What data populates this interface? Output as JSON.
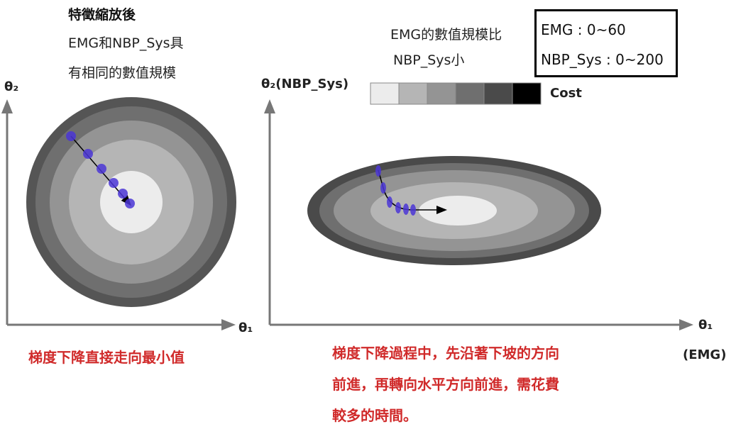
{
  "left_panel": {
    "title": "特徵縮放後",
    "note_lines": [
      "EMG和NBP_Sys具",
      "有相同的數值規模"
    ],
    "y_axis_label": "θ₂",
    "x_axis_label": "θ₁",
    "caption": "梯度下降直接走向最小值"
  },
  "right_panel": {
    "note_lines": [
      "EMG的數值規模比",
      "NBP_Sys小"
    ],
    "range_box": [
      "EMG : 0~60",
      "NBP_Sys : 0~200"
    ],
    "y_axis_label": "θ₂(NBP_Sys)",
    "x_axis_label": "θ₁",
    "x_axis_sublabel": "(EMG)",
    "cost_label": "Cost",
    "caption_lines": [
      "梯度下降過程中，先沿著下坡的方向",
      "前進，再轉向水平方向前進，需花費",
      "較多的時間。"
    ]
  },
  "colors": {
    "contour_levels": [
      "#ececec",
      "#b5b5b5",
      "#949494",
      "#6f6f6f",
      "#4a4a4a",
      "#000000"
    ],
    "path": "#4b36d6",
    "caption": "#d02a2a"
  }
}
